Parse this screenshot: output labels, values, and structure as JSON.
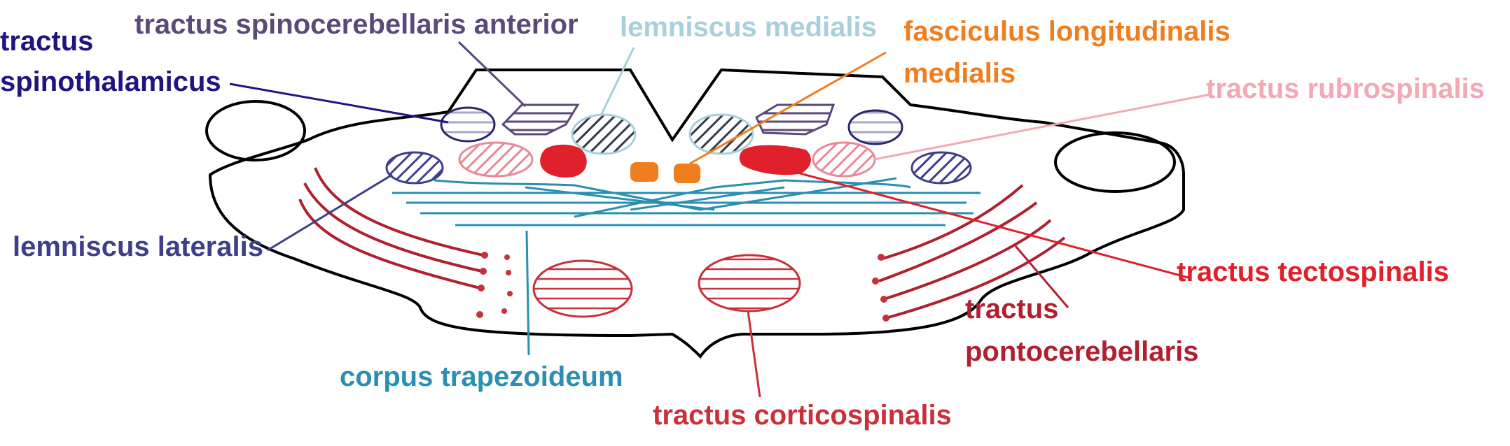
{
  "labels": {
    "tractus_spinothalamicus_line1": "tractus",
    "tractus_spinothalamicus_line2": "spinothalamicus",
    "tractus_spinocerebellaris_anterior": "tractus spinocerebellaris anterior",
    "lemniscus_medialis": "lemniscus medialis",
    "fasciculus_longitudinalis_line1": "fasciculus longitudinalis",
    "fasciculus_longitudinalis_line2": "medialis",
    "tractus_rubrospinalis": "tractus rubrospinalis",
    "lemniscus_lateralis": "lemniscus lateralis",
    "tractus_tectospinalis": "tractus tectospinalis",
    "tractus_pontocerebellaris_line1": "tractus",
    "tractus_pontocerebellaris_line2": "pontocerebellaris",
    "corpus_trapezoideum": "corpus trapezoideum",
    "tractus_corticospinalis": "tractus corticospinalis"
  },
  "colors": {
    "outline": "#000000",
    "spinothalamicus": "#1e1580",
    "spinocerebellaris": "#5a4a7a",
    "lemniscus_medialis": "#a8d0dc",
    "fasciculus": "#f07e1e",
    "rubrospinalis": "#f4a8b4",
    "lemniscus_lateralis": "#3e3f8c",
    "tectospinalis": "#e0202a",
    "pontocerebellaris": "#b02030",
    "trapezoideum": "#2a8fb0",
    "corticospinalis": "#c8303a"
  }
}
